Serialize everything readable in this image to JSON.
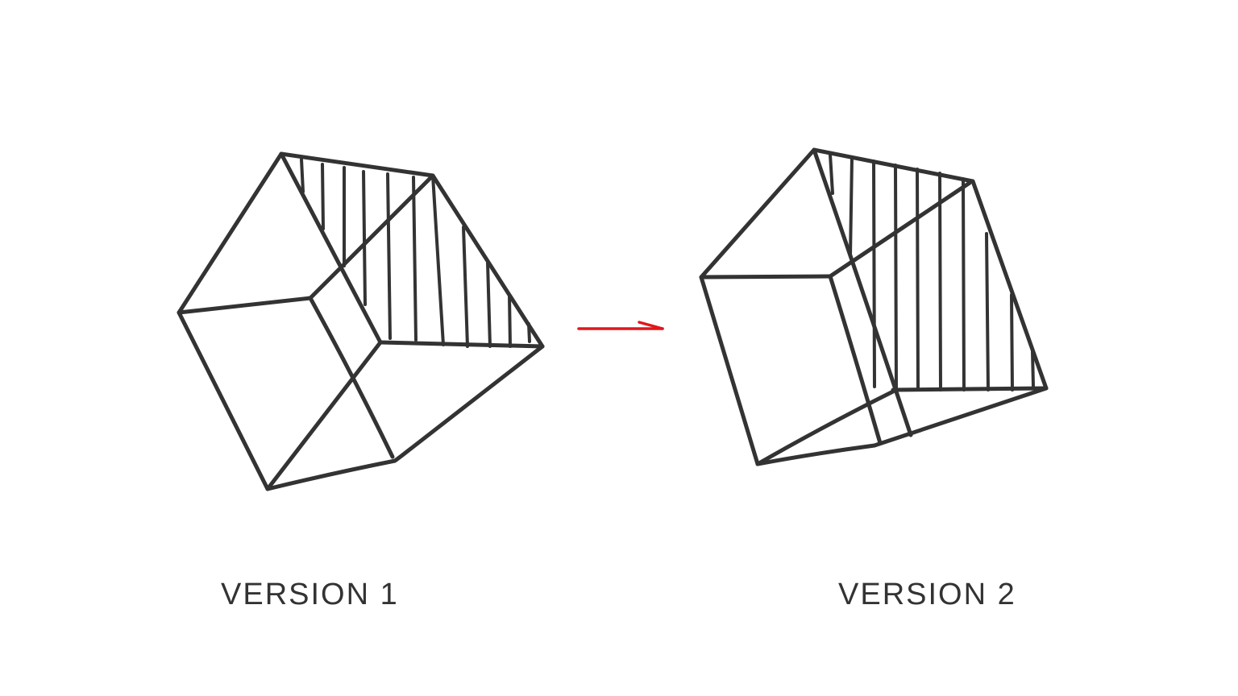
{
  "colors": {
    "ink": "#333333",
    "arrow": "#e0161d",
    "background": "#ffffff"
  },
  "versions": [
    {
      "label": "VERSION 1"
    },
    {
      "label": "VERSION 2"
    }
  ],
  "arrow": {
    "direction": "left-to-right"
  }
}
